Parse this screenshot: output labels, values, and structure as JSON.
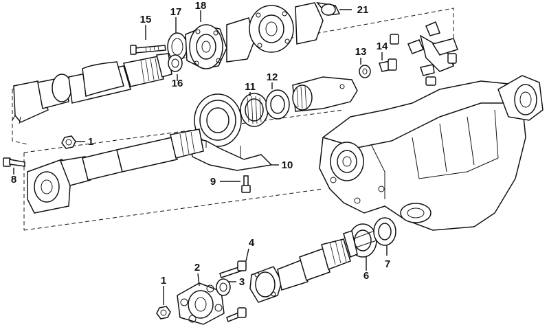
{
  "callouts": [
    {
      "id": "c15",
      "text": "15"
    },
    {
      "id": "c17",
      "text": "17"
    },
    {
      "id": "c18",
      "text": "18"
    },
    {
      "id": "c21",
      "text": "21"
    },
    {
      "id": "c16",
      "text": "16"
    },
    {
      "id": "c13",
      "text": "13"
    },
    {
      "id": "c14",
      "text": "14"
    },
    {
      "id": "c11",
      "text": "11"
    },
    {
      "id": "c12",
      "text": "12"
    },
    {
      "id": "c1a",
      "text": "1"
    },
    {
      "id": "c8",
      "text": "8"
    },
    {
      "id": "c10",
      "text": "10"
    },
    {
      "id": "c9",
      "text": "9"
    },
    {
      "id": "c4",
      "text": "4"
    },
    {
      "id": "c2",
      "text": "2"
    },
    {
      "id": "c3",
      "text": "3"
    },
    {
      "id": "c1b",
      "text": "1"
    },
    {
      "id": "c6",
      "text": "6"
    },
    {
      "id": "c7",
      "text": "7"
    }
  ]
}
